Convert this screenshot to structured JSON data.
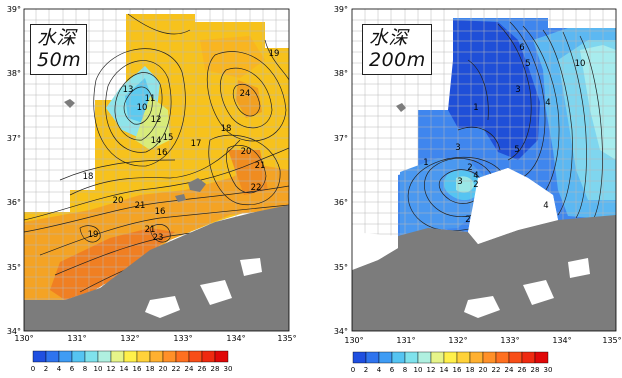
{
  "maps": [
    {
      "id": "left",
      "title_line1": "水深",
      "title_line2": "50m",
      "lat_labels": [
        "39°",
        "38°",
        "37°",
        "36°",
        "35°",
        "34°"
      ],
      "lon_labels": [
        "130°",
        "131°",
        "132°",
        "133°",
        "134°",
        "135°"
      ],
      "contour_labels": [
        "13",
        "10",
        "11",
        "12",
        "15",
        "16",
        "14",
        "18",
        "17",
        "18",
        "20",
        "19",
        "21",
        "20",
        "21",
        "22",
        "21",
        "24",
        "23",
        "19",
        "16"
      ],
      "colorbar_ticks": [
        "0",
        "2",
        "4",
        "6",
        "8",
        "10",
        "12",
        "14",
        "16",
        "18",
        "20",
        "22",
        "24",
        "26",
        "28",
        "30"
      ]
    },
    {
      "id": "right",
      "title_line1": "水深",
      "title_line2": "200m",
      "lat_labels": [
        "39°",
        "38°",
        "37°",
        "36°",
        "35°",
        "34°"
      ],
      "lon_labels": [
        "130°",
        "131°",
        "132°",
        "133°",
        "134°",
        "135°"
      ],
      "contour_labels": [
        "6",
        "5",
        "3",
        "4",
        "10",
        "1",
        "3",
        "5",
        "1",
        "2",
        "4",
        "3",
        "2",
        "2",
        "4"
      ],
      "colorbar_ticks": [
        "0",
        "2",
        "4",
        "6",
        "8",
        "10",
        "12",
        "14",
        "16",
        "18",
        "20",
        "22",
        "24",
        "26",
        "28",
        "30"
      ]
    }
  ],
  "colorbar_colors": [
    "#1f4fe0",
    "#2f74ee",
    "#3f9cf4",
    "#55c4f2",
    "#7fe2ec",
    "#b0f0e0",
    "#e6f48a",
    "#fff04a",
    "#ffd23a",
    "#ffb030",
    "#ff9028",
    "#ff7020",
    "#f84e18",
    "#ef2a10",
    "#e00808"
  ]
}
